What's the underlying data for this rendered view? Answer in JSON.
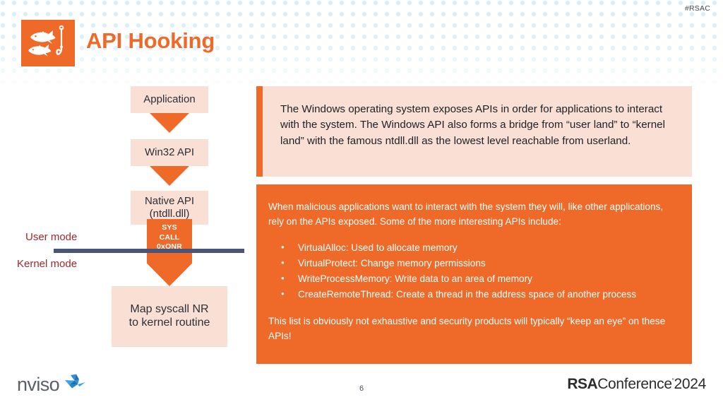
{
  "hashtag": "#RSAC",
  "header": {
    "title": "API Hooking",
    "icon": "fish-hook-icon",
    "icon_bg": "#ef6a28",
    "title_color": "#ef6a28"
  },
  "flowchart": {
    "boxes": [
      {
        "label": "Application"
      },
      {
        "label": "Win32 API"
      },
      {
        "label": "Native API\n(ntdll.dll)",
        "line1": "Native API",
        "line2": "(ntdll.dll)"
      },
      {
        "line1": "Map syscall NR",
        "line2": "to kernel routine"
      }
    ],
    "syscall_arrow": {
      "line1": "SYS",
      "line2": "CALL",
      "line3": "0xONR"
    },
    "mode_labels": {
      "user": "User mode",
      "kernel": "Kernel mode"
    },
    "colors": {
      "box_bg": "#fae0d4",
      "arrow": "#ef6a28",
      "boundary_line": "#4a5575",
      "mode_text": "#a4292e"
    }
  },
  "panels": {
    "top": {
      "text": "The Windows operating system exposes APIs in order for applications to interact with the system.  The Windows API also forms a bridge from “user land” to “kernel land” with the famous ntdll.dll as the lowest level reachable from userland.",
      "bg": "#fae0d4",
      "accent": "#ef6a28"
    },
    "bottom": {
      "intro": "When malicious applications want to interact with the system they will, like other applications, rely on the APIs exposed. Some of the more interesting APIs include:",
      "bullets": [
        "VirtualAlloc: Used to allocate memory",
        "VirtualProtect: Change memory permissions",
        "WriteProcessMemory:  Write data to an area of memory",
        "CreateRemoteThread: Create a thread in the address space of another process"
      ],
      "outro": "This list is obviously not exhaustive and security products will typically “keep an eye” on these APIs!",
      "bg": "#ef6a28"
    }
  },
  "footer": {
    "nviso_wordmark": "nviso",
    "page_number": "6",
    "rsa_bold": "RSA",
    "rsa_thin": "Conference",
    "rsa_year": "2024"
  }
}
